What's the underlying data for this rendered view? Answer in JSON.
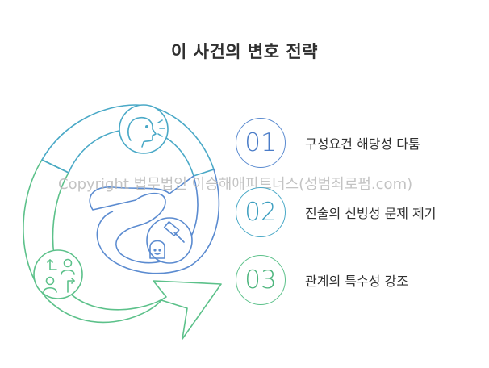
{
  "title": "이 사건의 변호 전략",
  "watermark": "Copyright 법무법인 이승해애피트너스(성범죄로펌.com)",
  "steps": [
    {
      "number": "01",
      "label": "구성요건 해당성 다툼"
    },
    {
      "number": "02",
      "label": "진술의 신빙성 문제 제기"
    },
    {
      "number": "03",
      "label": "관계의 특수성 강조"
    }
  ],
  "icons": [
    "speaking-head-icon",
    "gavel-icon",
    "face-alert-icon",
    "exchange-people-icon"
  ],
  "colors": {
    "blue": "#5b8bd0",
    "teal": "#4aa9c7",
    "green": "#5cc18a",
    "text": "#2f2f2f"
  }
}
